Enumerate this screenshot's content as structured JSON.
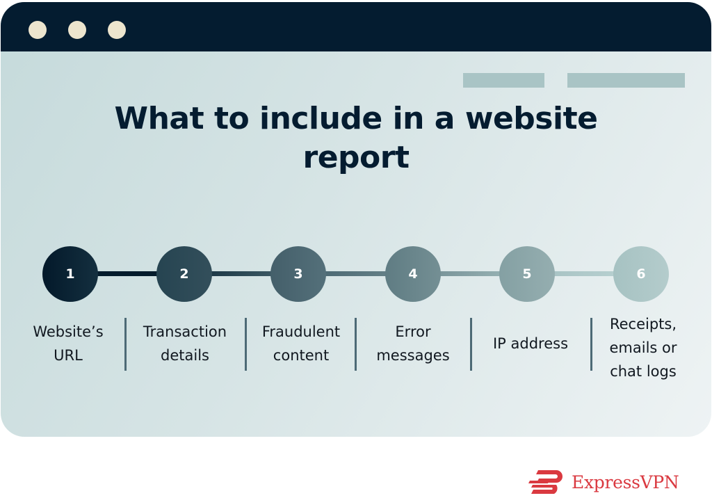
{
  "window": {
    "controls": [
      "dot-1",
      "dot-2",
      "dot-3"
    ],
    "placeholder_bars": 2
  },
  "title": {
    "line1": "What to include in a website",
    "line2": "report"
  },
  "steps": [
    {
      "number": "1",
      "label_lines": [
        "Website’s",
        "URL"
      ],
      "color": "#06202f"
    },
    {
      "number": "2",
      "label_lines": [
        "Transaction",
        "details"
      ],
      "color": "#2c4a57"
    },
    {
      "number": "3",
      "label_lines": [
        "Fraudulent",
        "content"
      ],
      "color": "#4b6670"
    },
    {
      "number": "4",
      "label_lines": [
        "Error",
        "messages"
      ],
      "color": "#6a868c"
    },
    {
      "number": "5",
      "label_lines": [
        "IP address"
      ],
      "color": "#8ea7a9"
    },
    {
      "number": "6",
      "label_lines": [
        "Receipts,",
        "emails or",
        "chat logs"
      ],
      "color": "#adc8c8"
    }
  ],
  "brand": {
    "name": "ExpressVPN",
    "color": "#da3940"
  },
  "colors": {
    "titlebar": "#041c30",
    "dots": "#ede5ce",
    "bars": "#a9c4c5",
    "separator": "#4d6a76"
  }
}
